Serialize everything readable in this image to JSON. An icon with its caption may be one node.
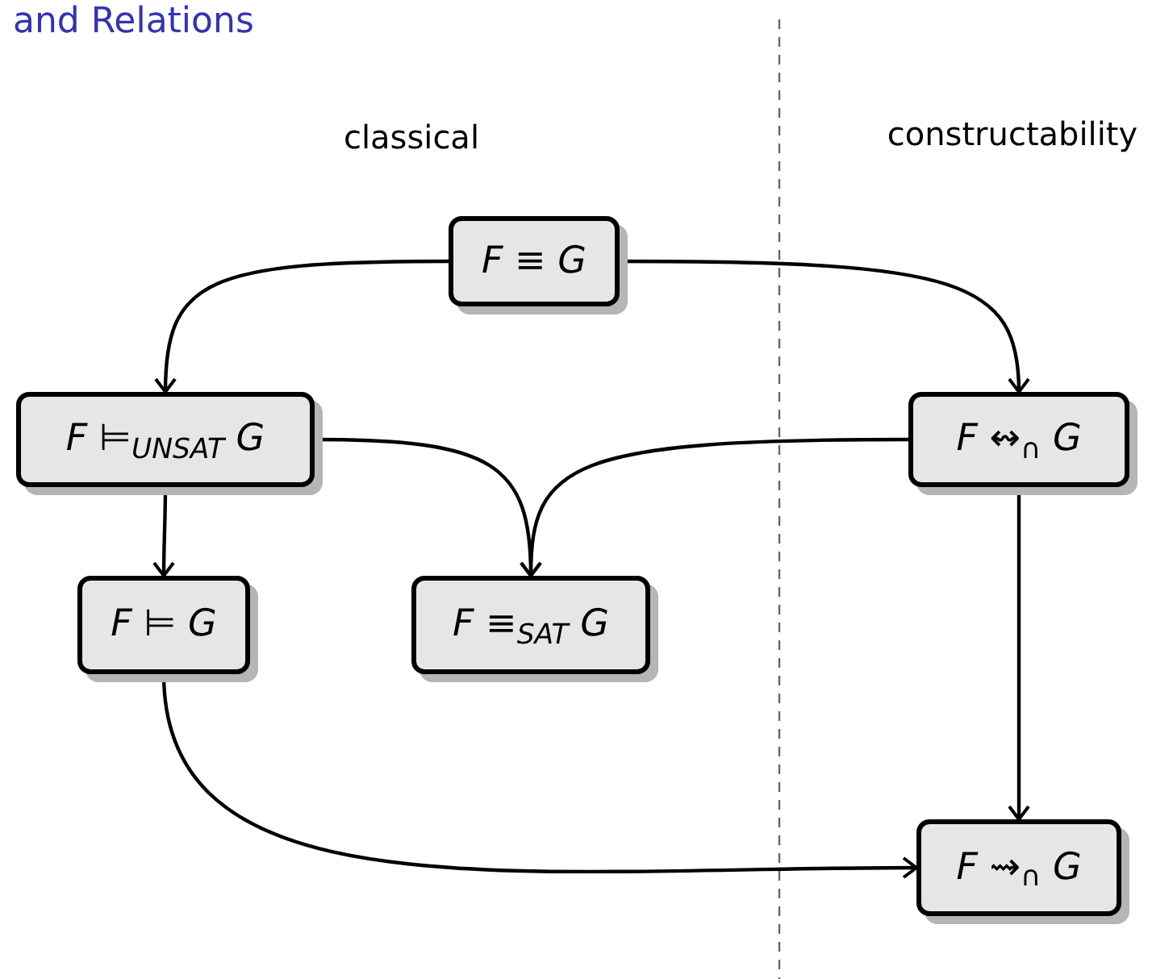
{
  "diagram": {
    "title": "and Relations",
    "nodes": [
      {
        "text": [
          "F ≡ G"
        ]
      },
      {
        "text": [
          "F ⊨$_{UNSAT}$ G"
        ]
      },
      {
        "text": [
          "F ⊨ G"
        ]
      },
      {
        "text": [
          "F ≡$_{SAT}$ G"
        ]
      },
      {
        "text": [
          "F ↭$_{∩}$ G"
        ]
      },
      {
        "text": [
          "F ⇝$_{∩}$ G"
        ]
      }
    ],
    "edges": [
      {
        "from": 0,
        "to": 1,
        "arrow": "to"
      },
      {
        "from": 0,
        "to": 4,
        "arrow": "to"
      },
      {
        "from": 1,
        "to": 2,
        "arrow": "to"
      },
      {
        "from": 1,
        "to": 3,
        "arrow": "to"
      },
      {
        "from": 4,
        "to": 3,
        "arrow": "to"
      },
      {
        "from": 4,
        "to": 5,
        "arrow": "to"
      },
      {
        "from": 2,
        "to": 5,
        "arrow": "to"
      }
    ],
    "labels": [
      "classical",
      "constructability"
    ]
  }
}
